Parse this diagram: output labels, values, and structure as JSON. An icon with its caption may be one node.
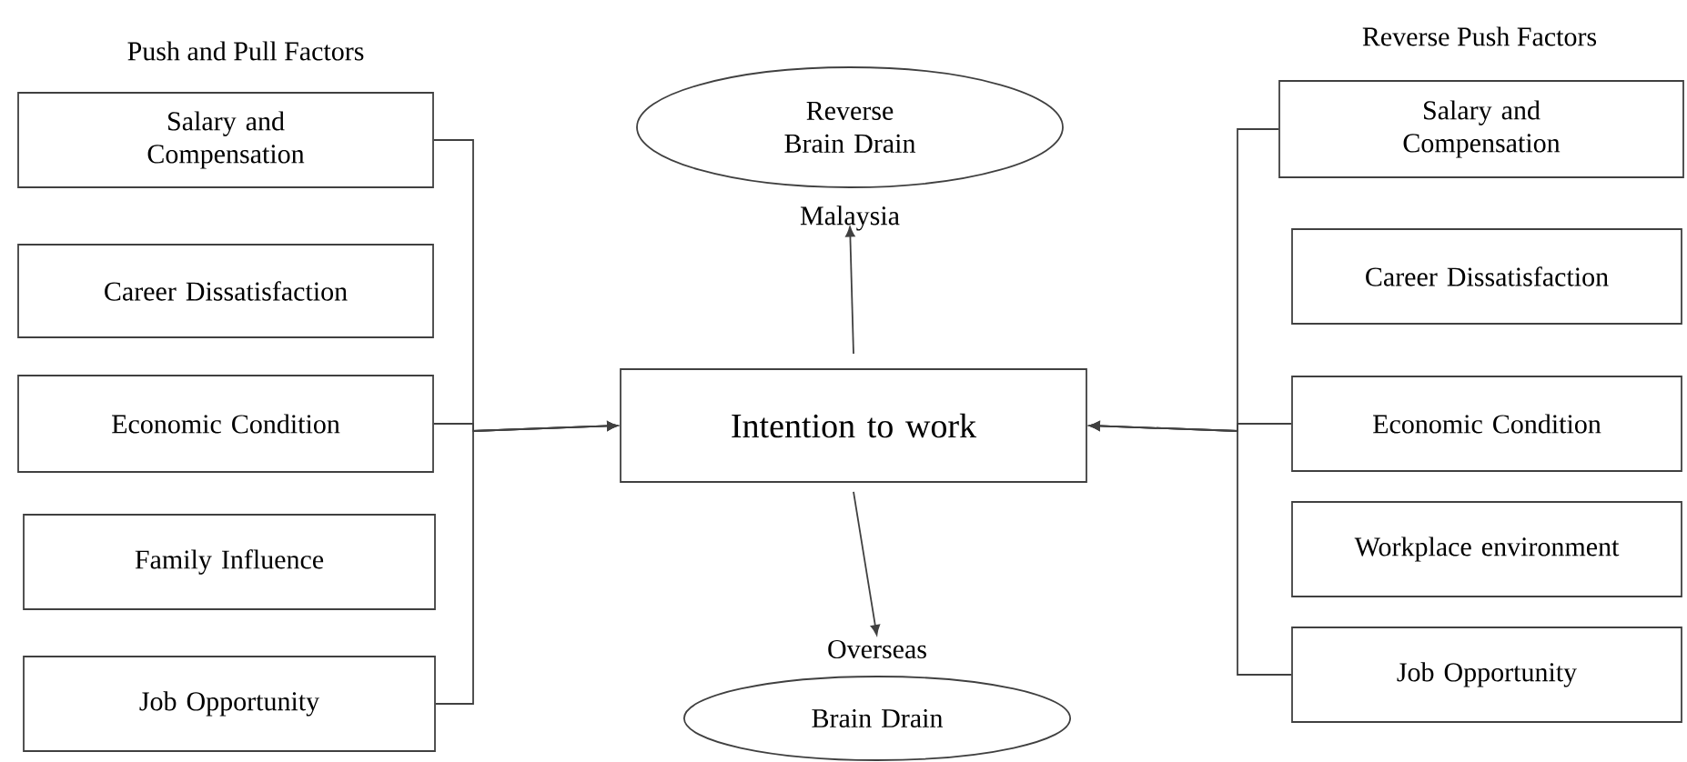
{
  "diagram": {
    "nodes": [
      {
        "text": [
          "Salary and Compensation"
        ]
      },
      {
        "text": [
          "Career Dissatisfaction"
        ]
      },
      {
        "text": [
          "Economic Condition"
        ]
      },
      {
        "text": [
          "Family Influence"
        ]
      },
      {
        "text": [
          "Job Opportunity"
        ]
      },
      {
        "text": [
          "Reverse Brain Drain"
        ],
        "beside": [
          "Malaysia"
        ]
      },
      {
        "text": [
          "Intention to work"
        ]
      },
      {
        "text": [
          "Brain Drain"
        ],
        "beside": [
          "Overseas"
        ]
      },
      {
        "text": [
          "Salary and Compensation"
        ]
      },
      {
        "text": [
          "Career Dissatisfaction"
        ]
      },
      {
        "text": [
          "Economic Condition"
        ]
      },
      {
        "text": [
          "Workplace environment"
        ]
      },
      {
        "text": [
          "Job Opportunity"
        ]
      }
    ],
    "edges": [
      {
        "from": 0,
        "to": 6,
        "arrow": "to"
      },
      {
        "from": 2,
        "to": 6,
        "arrow": "to"
      },
      {
        "from": 4,
        "to": 6,
        "arrow": "to"
      },
      {
        "from": 8,
        "to": 6,
        "arrow": "to"
      },
      {
        "from": 10,
        "to": 6,
        "arrow": "to"
      },
      {
        "from": 12,
        "to": 6,
        "arrow": "to"
      },
      {
        "from": 6,
        "to": 5,
        "arrow": "to"
      },
      {
        "from": 6,
        "to": 7,
        "arrow": "to"
      }
    ],
    "labels": [
      "Push and Pull Factors",
      "Reverse Push Factors"
    ]
  }
}
